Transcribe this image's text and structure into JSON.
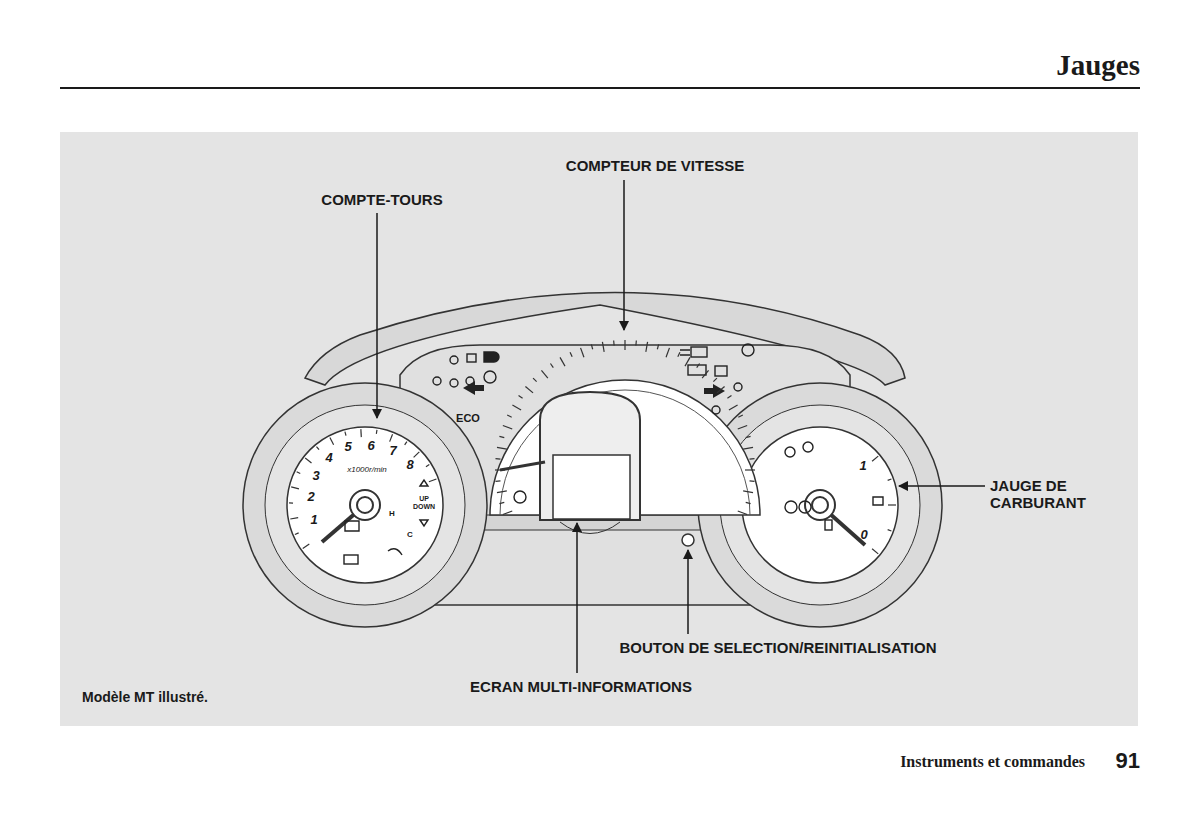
{
  "diagram": {
    "title": "Jauges",
    "labels": [
      "COMPTEUR DE VITESSE",
      "COMPTE-TOURS",
      "JAUGE DE CARBURANT",
      "BOUTON DE SELECTION/REINITIALISATION",
      "ECRAN MULTI-INFORMATIONS",
      "Modèle MT illustré.",
      "Instruments et commandes",
      "91",
      "1",
      "2",
      "3",
      "4",
      "5",
      "6",
      "7",
      "8",
      "x1000r/min",
      "UP DOWN",
      "H",
      "C",
      "ECO",
      "1",
      "0"
    ]
  }
}
